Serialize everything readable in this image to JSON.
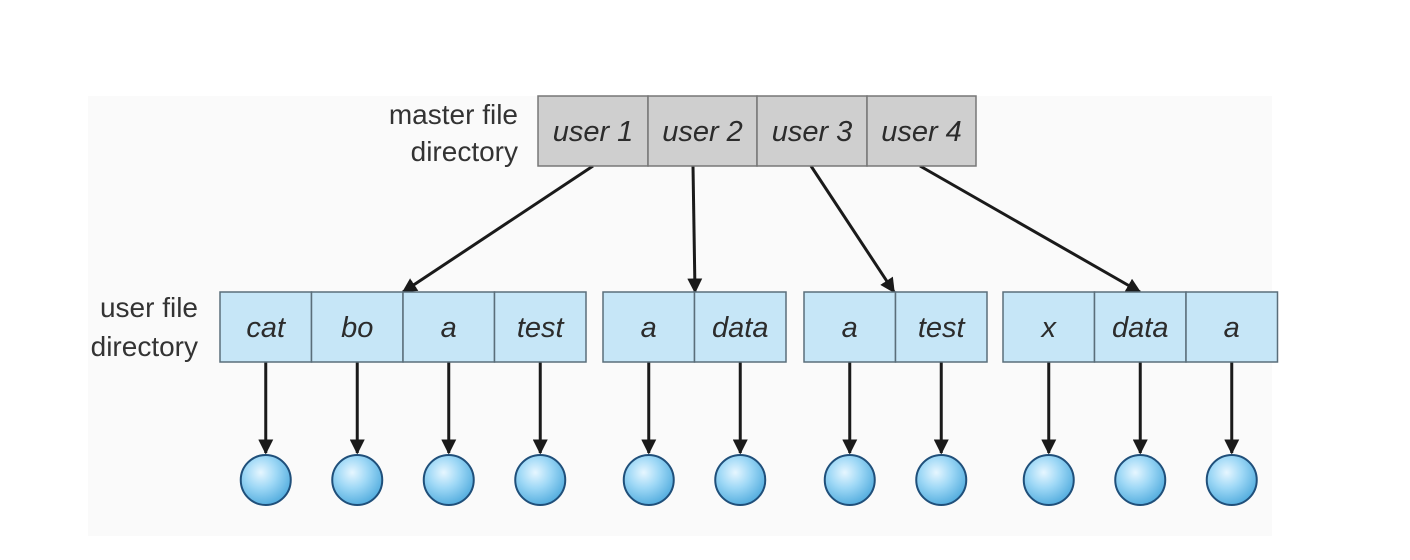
{
  "labels": {
    "master_line1": "master file",
    "master_line2": "directory",
    "user_line1": "user file",
    "user_line2": "directory"
  },
  "master_directory": [
    "user 1",
    "user 2",
    "user 3",
    "user 4"
  ],
  "user_directories": [
    {
      "owner": "user 1",
      "entries": [
        "cat",
        "bo",
        "a",
        "test"
      ]
    },
    {
      "owner": "user 2",
      "entries": [
        "a",
        "data"
      ]
    },
    {
      "owner": "user 3",
      "entries": [
        "a",
        "test"
      ]
    },
    {
      "owner": "user 4",
      "entries": [
        "x",
        "data",
        "a"
      ]
    }
  ],
  "colors": {
    "master_cell": "#cfcfcf",
    "user_cell": "#c6e6f7",
    "file_node": "#7cc6ee",
    "edge": "#1a1a1a"
  }
}
